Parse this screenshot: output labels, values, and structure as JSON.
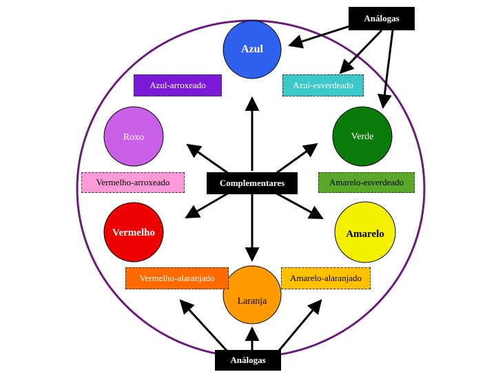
{
  "colors": {
    "ring": "#6a1a78",
    "arrow": "#000000",
    "azul": "#3060f0",
    "verde": "#0a7a0a",
    "amarelo": "#f4f000",
    "laranja": "#ff9a00",
    "vermelho": "#ee0000",
    "roxo": "#c860e8",
    "azul_arroxeado": "#7a1ad8",
    "azul_esverdeado": "#3cc8c8",
    "amarelo_esverdeado": "#5aa82a",
    "amarelo_alaranjado": "#ffc000",
    "vermelho_alaranjado": "#ff6a00",
    "vermelho_arroxeado": "#ff9ad8"
  },
  "circles": {
    "azul": "Azul",
    "verde": "Verde",
    "amarelo": "Amarelo",
    "laranja": "Laranja",
    "vermelho": "Vermelho",
    "roxo": "Roxo"
  },
  "labels": {
    "azul_arroxeado": "Azul-arroxeado",
    "azul_esverdeado": "Azul-esverdeado",
    "vermelho_arroxeado": "Vermelho-arroxeado",
    "amarelo_esverdeado": "Amarelo-esverdeado",
    "vermelho_alaranjado": "Vermelho-alaranjado",
    "amarelo_alaranjado": "Amarelo-alaranjado"
  },
  "boxes": {
    "complementares": "Complementares",
    "analogas_top": "Análogas",
    "analogas_bottom": "Análogas"
  }
}
